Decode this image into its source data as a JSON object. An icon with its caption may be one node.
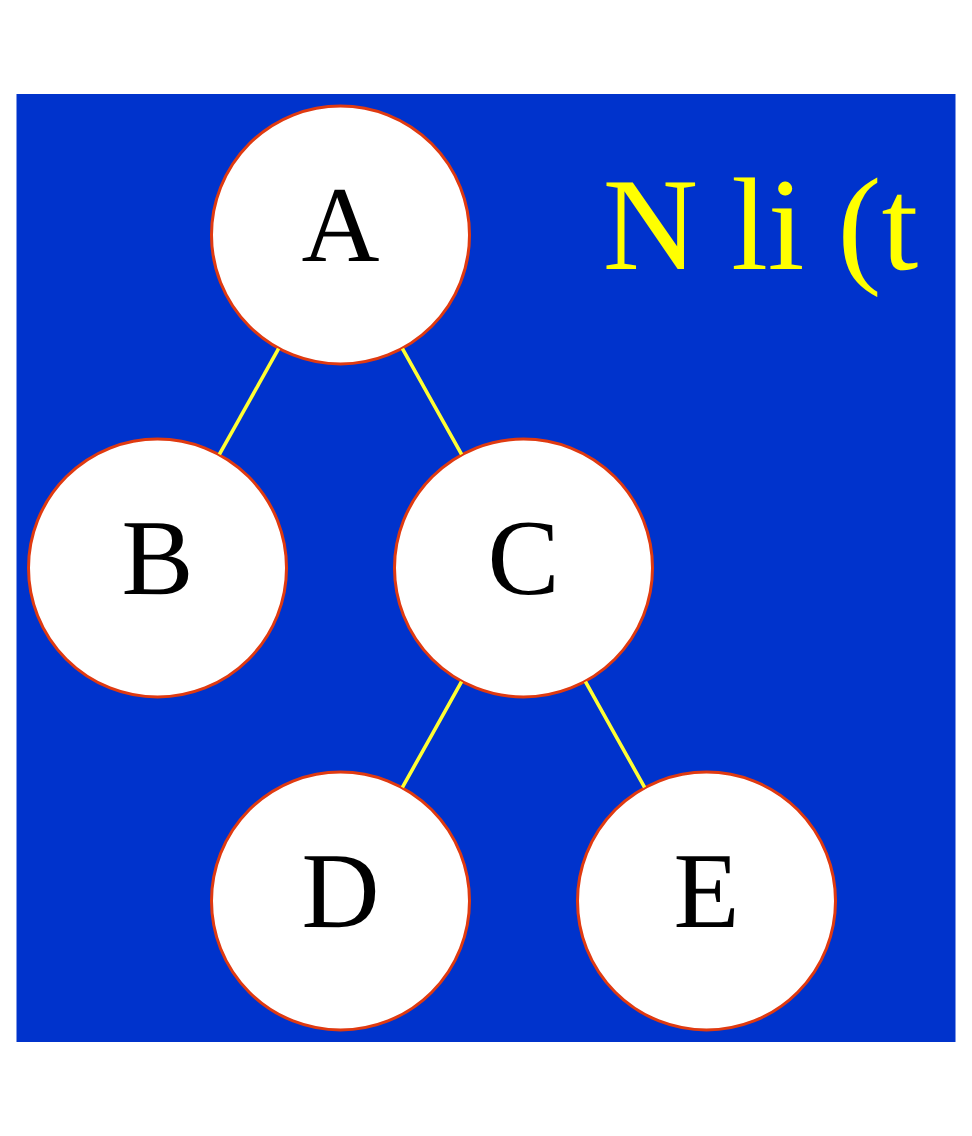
{
  "diagram": {
    "nodes": [
      {
        "text": [
          "A"
        ]
      },
      {
        "text": [
          "B"
        ]
      },
      {
        "text": [
          "C"
        ]
      },
      {
        "text": [
          "D"
        ]
      },
      {
        "text": [
          "E"
        ]
      }
    ],
    "edges": [
      {
        "from": 0,
        "to": 1,
        "arrow": "none"
      },
      {
        "from": 0,
        "to": 2,
        "arrow": "none"
      },
      {
        "from": 2,
        "to": 3,
        "arrow": "none"
      },
      {
        "from": 2,
        "to": 4,
        "arrow": "none"
      }
    ],
    "labels": [
      "N li (t"
    ]
  }
}
